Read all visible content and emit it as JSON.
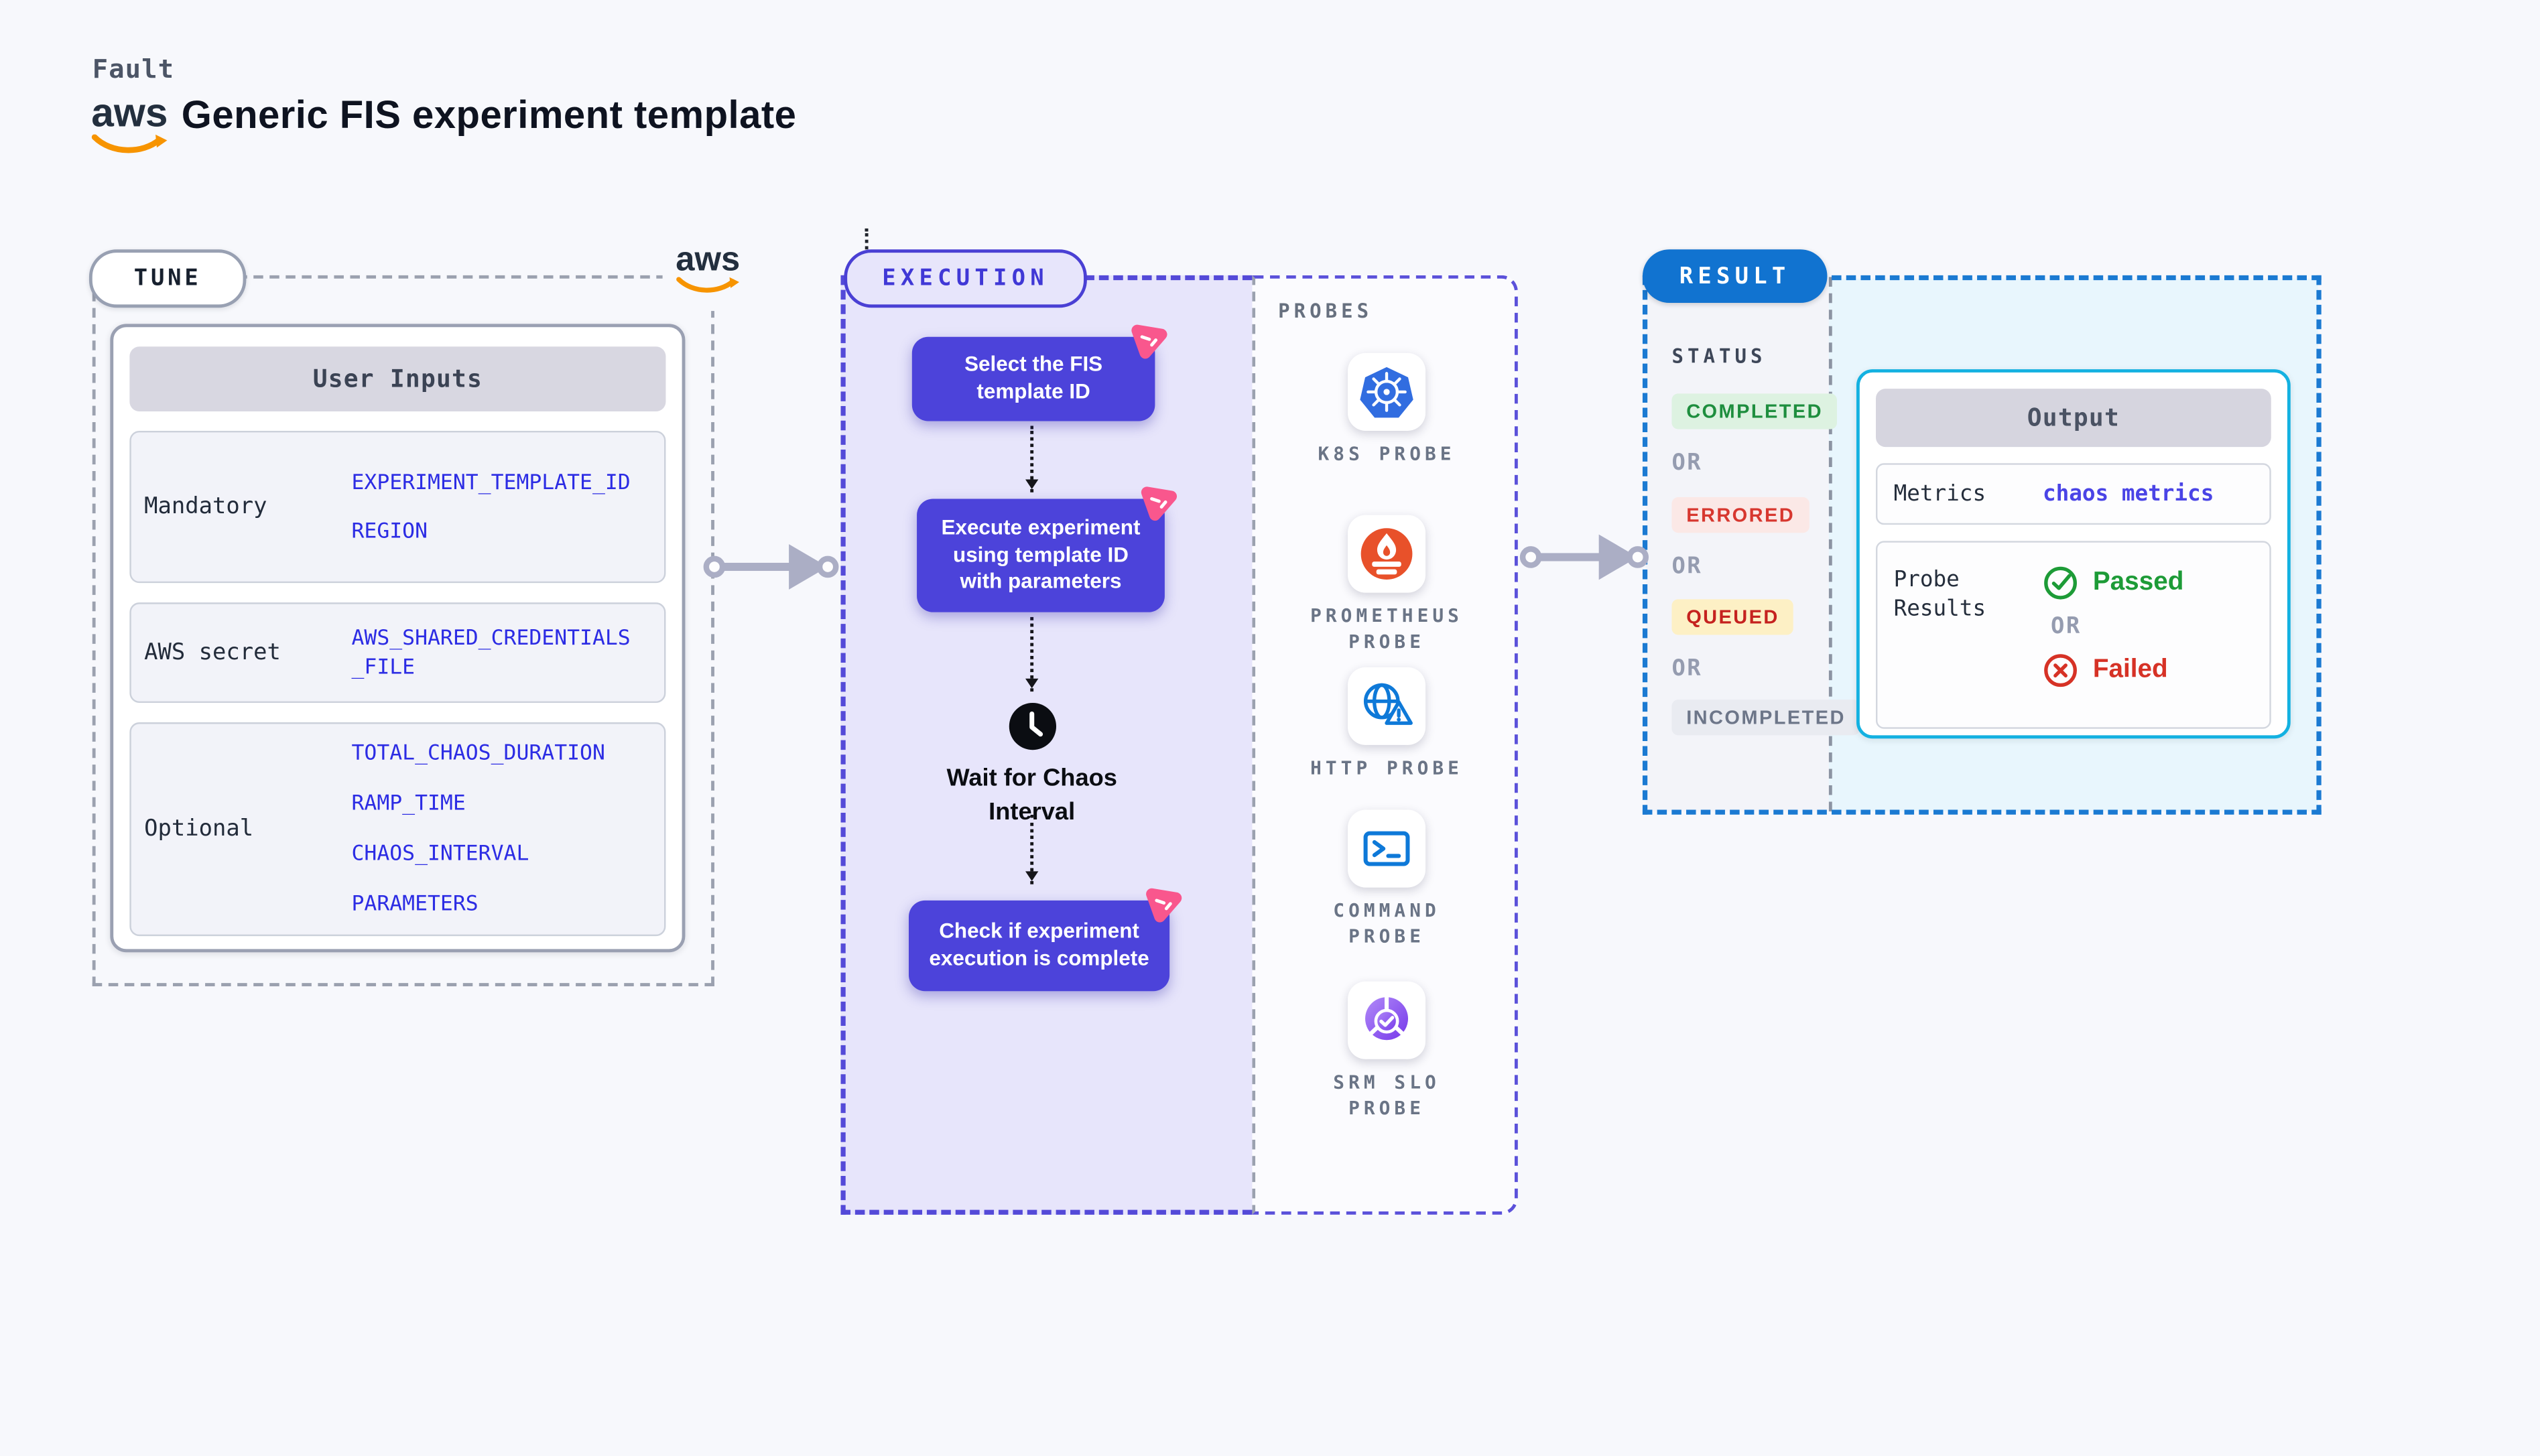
{
  "header": {
    "brand": "Fault",
    "title": "Generic FIS experiment template",
    "aws_logo_text": "aws"
  },
  "tune": {
    "pill": "TUNE",
    "table": {
      "header": "User Inputs",
      "rows": [
        {
          "label": "Mandatory",
          "values": [
            "EXPERIMENT_TEMPLATE_ID",
            "REGION"
          ]
        },
        {
          "label": "AWS secret",
          "values": [
            "AWS_SHARED_CREDENTIALS",
            "_FILE"
          ]
        },
        {
          "label": "Optional",
          "values": [
            "TOTAL_CHAOS_DURATION",
            "RAMP_TIME",
            "CHAOS_INTERVAL",
            "PARAMETERS"
          ]
        }
      ]
    }
  },
  "execution": {
    "pill": "EXECUTION",
    "nodes": [
      {
        "lines": [
          "Select the FIS",
          "template ID"
        ]
      },
      {
        "lines": [
          "Execute experiment",
          "using template ID",
          "with parameters"
        ]
      },
      {
        "lines": [
          "Check if experiment",
          "execution is complete"
        ]
      }
    ],
    "wait_lines": [
      "Wait for Chaos",
      "Interval"
    ]
  },
  "probes": {
    "title": "PROBES",
    "items": [
      {
        "icon": "kubernetes-icon",
        "line1": "K8S PROBE",
        "line2": ""
      },
      {
        "icon": "prometheus-icon",
        "line1": "PROMETHEUS",
        "line2": "PROBE"
      },
      {
        "icon": "http-globe-warning-icon",
        "line1": "HTTP PROBE",
        "line2": ""
      },
      {
        "icon": "terminal-icon",
        "line1": "COMMAND",
        "line2": "PROBE"
      },
      {
        "icon": "slo-pie-check-icon",
        "line1": "SRM SLO",
        "line2": "PROBE"
      }
    ]
  },
  "result": {
    "pill": "RESULT",
    "status_title": "STATUS",
    "or": "OR",
    "statuses": [
      "COMPLETED",
      "ERRORED",
      "QUEUED",
      "INCOMPLETED"
    ],
    "output": {
      "header": "Output",
      "metrics_label": "Metrics",
      "metrics_value": "chaos metrics",
      "probe_results_label": "Probe Results",
      "passed": "Passed",
      "failed": "Failed"
    }
  },
  "colors": {
    "page_bg": "#f7f8fc",
    "indigo_node": "#4c43da",
    "indigo_panel_bg": "#e7e5fb",
    "indigo_dash": "#544ad8",
    "pink_badge": "#f9578d",
    "result_blue": "#1173d0",
    "result_dash_blue": "#1b7ad2",
    "output_border_cyan": "#13b1e1",
    "output_panel_bg": "#e8f6fd",
    "completed_green": "#1e8e3e",
    "errored_red": "#d7372f",
    "queued_red": "#c5221f",
    "incompleted_gray": "#6d7689",
    "passed_green": "#1d9b37",
    "failed_red": "#d63226",
    "value_blue": "#2c2ce4",
    "aws_orange": "#f79400",
    "k8s_blue": "#316de0",
    "prometheus_orange": "#e8512a",
    "probe_icon_blue": "#0e79d8",
    "arrow_gray": "#abaec5"
  }
}
